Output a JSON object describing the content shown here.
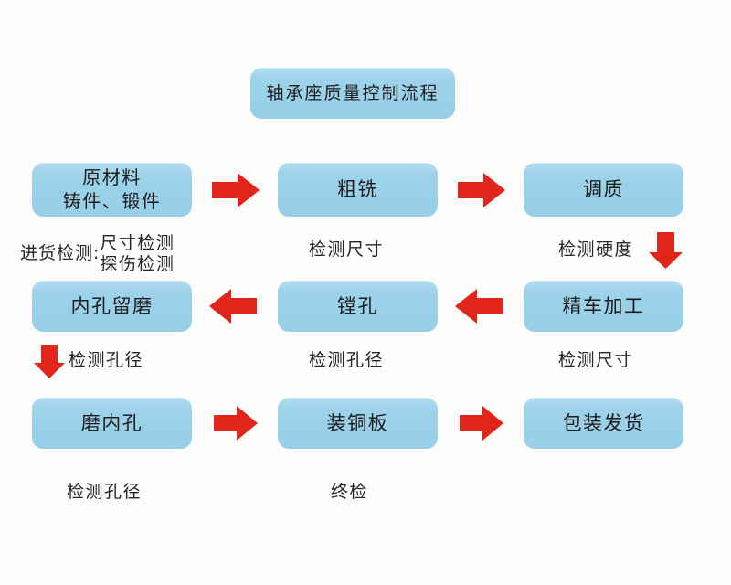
{
  "page": {
    "background_color": "#fdfdfb",
    "box_color": "#9fd4ec",
    "arrow_color": "#e1251b",
    "text_color": "#1b1b1b"
  },
  "title": {
    "label": "轴承座质量控制流程"
  },
  "rows": [
    {
      "id": "row-1",
      "boxes": [
        {
          "id": "raw-material",
          "label": "原材料\n铸件、锻件"
        },
        {
          "id": "rough-milling",
          "label": "粗铣"
        },
        {
          "id": "quenching-tempering",
          "label": "调质"
        }
      ],
      "captions": [
        {
          "id": "incoming-inspection",
          "prefix": "进货检测:",
          "label": "尺寸检测\n探伤检测"
        },
        {
          "id": "dimension-inspection-1",
          "label": "检测尺寸"
        },
        {
          "id": "hardness-inspection",
          "label": "检测硬度"
        }
      ]
    },
    {
      "id": "row-2",
      "boxes": [
        {
          "id": "inner-hole-reserve-grinding",
          "label": "内孔留磨"
        },
        {
          "id": "boring",
          "label": "镗孔"
        },
        {
          "id": "finish-turning",
          "label": "精车加工"
        }
      ],
      "captions": [
        {
          "id": "bore-diameter-inspection-1",
          "label": "检测孔径"
        },
        {
          "id": "bore-diameter-inspection-2",
          "label": "检测孔径"
        },
        {
          "id": "dimension-inspection-2",
          "label": "检测尺寸"
        }
      ]
    },
    {
      "id": "row-3",
      "boxes": [
        {
          "id": "grind-inner-hole",
          "label": "磨内孔"
        },
        {
          "id": "install-copper-plate",
          "label": "装铜板"
        },
        {
          "id": "packaging-shipping",
          "label": "包装发货"
        }
      ],
      "captions": [
        {
          "id": "bore-diameter-inspection-3",
          "label": "检测孔径"
        },
        {
          "id": "final-inspection",
          "label": "终检"
        }
      ]
    }
  ],
  "arrows": [
    {
      "id": "arrow-raw-to-rough",
      "direction": "right"
    },
    {
      "id": "arrow-rough-to-quench",
      "direction": "right"
    },
    {
      "id": "arrow-quench-to-finish-turning",
      "direction": "down"
    },
    {
      "id": "arrow-boring-to-reserve-grinding",
      "direction": "left"
    },
    {
      "id": "arrow-finish-turning-to-boring",
      "direction": "left"
    },
    {
      "id": "arrow-reserve-grinding-to-grind",
      "direction": "down"
    },
    {
      "id": "arrow-grind-to-copper-plate",
      "direction": "right"
    },
    {
      "id": "arrow-copper-plate-to-packaging",
      "direction": "right"
    }
  ]
}
